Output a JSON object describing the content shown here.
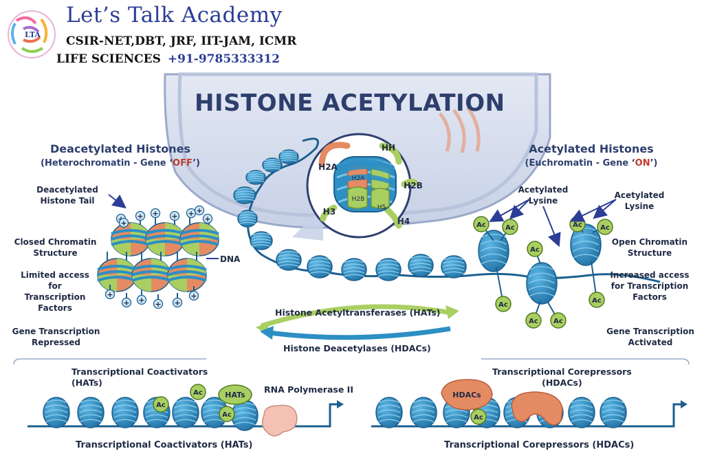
{
  "branding": {
    "name": "Let’s Talk Academy",
    "exams": "CSIR-NET,DBT, JRF, IIT-JAM, ICMR",
    "subject": "LIFE SCIENCES",
    "phone": "+91-9785333312",
    "logo_text": "LTA"
  },
  "title": "HISTONE ACETYLATION",
  "left": {
    "heading": "Deacetylated Histones",
    "sub_prefix": "(Heterochromatin - Gene ‘",
    "sub_state": "OFF",
    "sub_suffix": "’)",
    "tail_label_1": "Deacetylated",
    "tail_label_2": "Histone Tail",
    "closed_1": "Closed Chromatin",
    "closed_2": "Structure",
    "limited_1": "Limited access for",
    "limited_2": "Transcription",
    "limited_3": "Factors",
    "dna": "DNA",
    "repressed_1": "Gene Transcription",
    "repressed_2": "Repressed",
    "plus": "+"
  },
  "right": {
    "heading": "Acetylated Histones",
    "sub_prefix": "(Euchromatin - Gene ‘",
    "sub_state": "ON",
    "sub_suffix": "’)",
    "lysine_a_1": "Acetylated",
    "lysine_a_2": "Lysine",
    "lysine_b_1": "Acetylated",
    "lysine_b_2": "Lysine",
    "open_1": "Open Chromatin",
    "open_2": "Structure",
    "increased_1": "Increased access",
    "increased_2": "for Transcription",
    "increased_3": "Factors",
    "activated_1": "Gene Transcription",
    "activated_2": "Activated",
    "ac": "Ac"
  },
  "nucleosome": {
    "hh": "HH",
    "h2a": "H2A",
    "h2b": "H2B",
    "h3": "H3",
    "h4": "H4",
    "inner_h2a": "H2A",
    "inner_h2b": "H2B",
    "inner_h5": "H5"
  },
  "enzymes": {
    "hats": "Histone Acetyltransferases (HATs)",
    "hdacs": "Histone Deacetylases (HDACs)"
  },
  "bottom_left": {
    "top_1": "Transcriptional Coactivators",
    "top_2": "(HATs)",
    "hats_blob": "HATs",
    "rna_pol": "RNA Polymerase II",
    "bottom": "Transcriptional Coactivators (HATs)"
  },
  "bottom_right": {
    "top_1": "Transcriptional Corepressors",
    "top_2": "(HDACs)",
    "hdacs_blob": "HDACs",
    "bottom": "Transcriptional Corepressors (HDACs)"
  },
  "colors": {
    "nucleosome_blue": "#2d8fc4",
    "nucleosome_dark": "#1c5f8f",
    "acetyl_green": "#a9cf62",
    "hdac_orange": "#e58b63",
    "rnapol_pink": "#f4c1b4",
    "nucleus": "#cfd8ea",
    "title_navy": "#2e3f6e"
  }
}
